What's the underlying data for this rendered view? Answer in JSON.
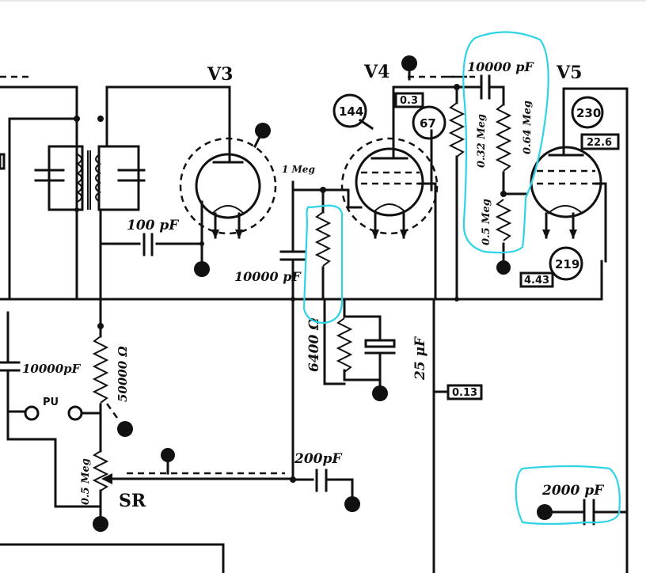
{
  "tubes": {
    "v3": "V3",
    "v4": "V4",
    "v5": "V5"
  },
  "capacitors": {
    "c_100pf": "100 pF",
    "c_10000pf_v4": "10000 pF",
    "c_10000pf_v5": "10000 pF",
    "c_10000pf_left": "10000pF",
    "c_25uf": "25 μF",
    "c_200pf": "200pF",
    "c_2000pf": "2000 pF"
  },
  "resistors": {
    "r_1meg": "1 Meg",
    "r_6400": "6400 Ω",
    "r_50000": "50000 Ω",
    "r_032meg": "0.32 Meg",
    "r_064meg": "0.64 Meg",
    "r_05meg_v5": "0.5 Meg",
    "r_05meg_sr": "0.5 Meg"
  },
  "voltages_circled": {
    "v144": "144",
    "v67": "67",
    "v230": "230",
    "v219": "219"
  },
  "voltages_boxed": {
    "b03": "0.3",
    "b226": "22.6",
    "b443": "4.43",
    "b013": "0.13"
  },
  "terminals": {
    "pu": "PU",
    "sr": "SR"
  },
  "colors": {
    "ink": "#111111",
    "highlight": "#2ed3e6",
    "paper": "#ffffff"
  }
}
